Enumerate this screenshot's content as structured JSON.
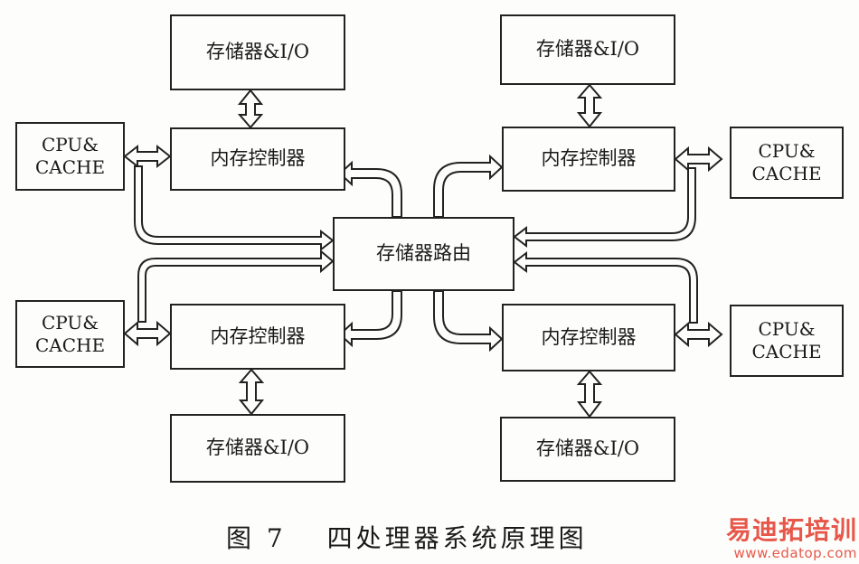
{
  "diagram": {
    "memory_io_label": "存储器&I/O",
    "memory_controller_label": "内存控制器",
    "cpu_cache_label": "CPU&\nCACHE",
    "router_label": "存储器路由"
  },
  "caption": "图 7　 四处理器系统原理图",
  "watermark": {
    "logo_text": "易迪拓培训",
    "url_text": "www.edatop.com"
  }
}
